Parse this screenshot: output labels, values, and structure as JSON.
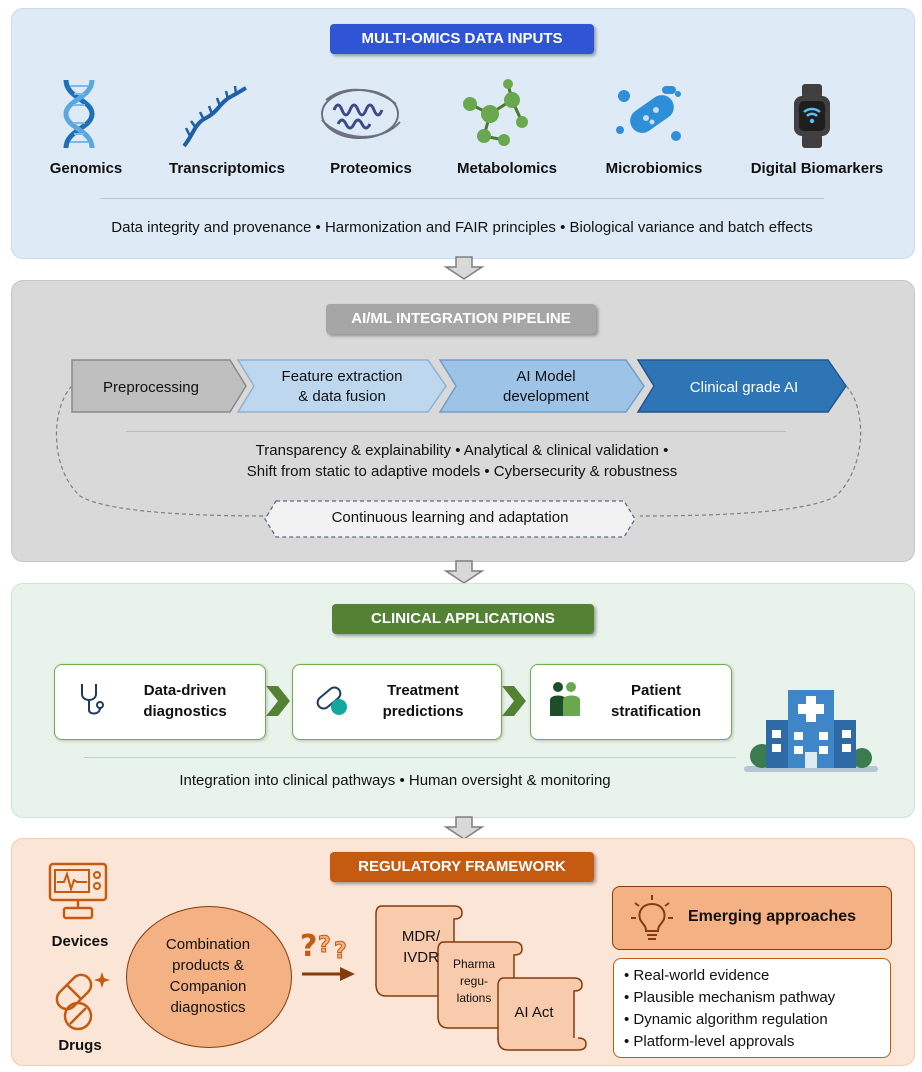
{
  "colors": {
    "panel1_bg": "#deebf7",
    "panel2_bg": "#d9d9d9",
    "panel3_bg": "#e8f3ec",
    "panel4_bg": "#fbe5d6",
    "header1": "#2f55d4",
    "header2": "#a6a6a6",
    "header3": "#548235",
    "header4": "#c55a11",
    "step1": "#bfbfbf",
    "step2": "#bdd7ee",
    "step3": "#9dc3e6",
    "step4": "#2e75b6"
  },
  "data_inputs": {
    "header": "MULTI-OMICS DATA INPUTS",
    "omics": [
      {
        "label": "Genomics",
        "icon": "dna-helix-icon"
      },
      {
        "label": "Transcriptomics",
        "icon": "rna-strand-icon"
      },
      {
        "label": "Proteomics",
        "icon": "protein-structure-icon"
      },
      {
        "label": "Metabolomics",
        "icon": "molecule-network-icon"
      },
      {
        "label": "Microbiomics",
        "icon": "bacteria-icon"
      },
      {
        "label": "Digital Biomarkers",
        "icon": "smartwatch-icon"
      }
    ],
    "challenges": "Data integrity and provenance • Harmonization and FAIR principles • Biological variance and batch effects"
  },
  "pipeline": {
    "header": "AI/ML INTEGRATION PIPELINE",
    "steps": [
      {
        "line1": "Preprocessing",
        "line2": ""
      },
      {
        "line1": "Feature extraction",
        "line2": "& data fusion"
      },
      {
        "line1": "AI Model",
        "line2": "development"
      },
      {
        "line1": "Clinical grade AI",
        "line2": ""
      }
    ],
    "challenges_line1": "Transparency & explainability • Analytical & clinical validation •",
    "challenges_line2": "Shift from static to adaptive models • Cybersecurity & robustness",
    "loop_label": "Continuous learning and adaptation"
  },
  "clinical": {
    "header": "CLINICAL APPLICATIONS",
    "cards": [
      {
        "line1": "Data-driven",
        "line2": "diagnostics",
        "icon": "stethoscope-icon"
      },
      {
        "line1": "Treatment",
        "line2": "predictions",
        "icon": "pill-icon"
      },
      {
        "line1": "Patient",
        "line2": "stratification",
        "icon": "patients-icon"
      }
    ],
    "hospital_icon": "hospital-icon",
    "challenges": "Integration into clinical pathways • Human oversight & monitoring"
  },
  "regulatory": {
    "header": "REGULATORY FRAMEWORK",
    "devices_label": "Devices",
    "drugs_label": "Drugs",
    "combination_line1": "Combination",
    "combination_line2": "products &",
    "combination_line3": "Companion",
    "combination_line4": "diagnostics",
    "scrolls": [
      {
        "line1": "MDR/",
        "line2": "IVDR",
        "line3": ""
      },
      {
        "line1": "Pharma",
        "line2": "regu-",
        "line3": "lations"
      },
      {
        "line1": "AI Act",
        "line2": "",
        "line3": ""
      }
    ],
    "emerging_title": "Emerging approaches",
    "emerging_items": [
      "• Real-world evidence",
      "• Plausible mechanism pathway",
      "• Dynamic algorithm regulation",
      "• Platform-level approvals"
    ]
  }
}
